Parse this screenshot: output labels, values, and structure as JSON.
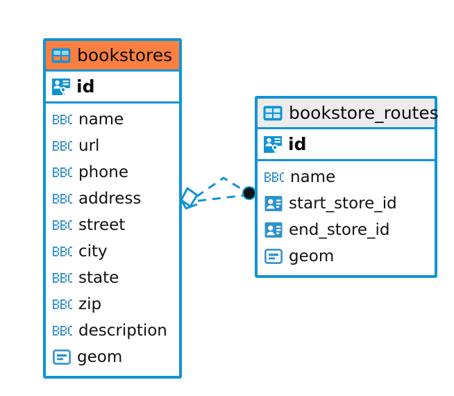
{
  "diagram": {
    "type": "entity-relationship-diagram",
    "background": "#ffffff",
    "accent_blue": "#1193D4",
    "header_orange": "#FB8040",
    "header_gray": "#ECECEC"
  },
  "entities": [
    {
      "name": "bookstores",
      "header_color": "#FB8040",
      "header_icon": "table-icon",
      "primary_key": {
        "label": "id",
        "icon": "primary-key-icon"
      },
      "fields": [
        {
          "label": "name",
          "icon": "abc-text-icon"
        },
        {
          "label": "url",
          "icon": "abc-text-icon"
        },
        {
          "label": "phone",
          "icon": "abc-text-icon"
        },
        {
          "label": "address",
          "icon": "abc-text-icon"
        },
        {
          "label": "street",
          "icon": "abc-text-icon"
        },
        {
          "label": "city",
          "icon": "abc-text-icon"
        },
        {
          "label": "state",
          "icon": "abc-text-icon"
        },
        {
          "label": "zip",
          "icon": "abc-text-icon"
        },
        {
          "label": "description",
          "icon": "abc-text-icon"
        },
        {
          "label": "geom",
          "icon": "geometry-icon"
        }
      ]
    },
    {
      "name": "bookstore_routes",
      "header_color": "#ECECEC",
      "header_icon": "table-icon",
      "primary_key": {
        "label": "id",
        "icon": "primary-key-icon"
      },
      "fields": [
        {
          "label": "name",
          "icon": "abc-text-icon"
        },
        {
          "label": "start_store_id",
          "icon": "foreign-key-icon"
        },
        {
          "label": "end_store_id",
          "icon": "foreign-key-icon"
        },
        {
          "label": "geom",
          "icon": "geometry-icon"
        }
      ]
    }
  ],
  "relationships": [
    {
      "from_entity": "bookstore_routes",
      "to_entity": "bookstores",
      "from_marker": "filled-circle-one",
      "to_marker": "diamond-many",
      "line_style": "dashed",
      "color": "#1193D4"
    }
  ]
}
